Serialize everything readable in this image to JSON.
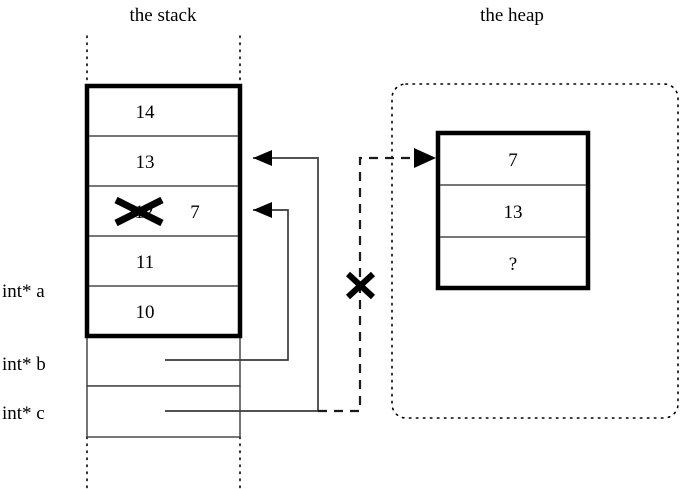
{
  "figure": {
    "kind": "memory-diagram",
    "background_color": "#ffffff",
    "ink_color": "#000000"
  },
  "titles": {
    "stack": "the stack",
    "heap": "the heap"
  },
  "stack": {
    "label": "the stack",
    "allocated_cells": [
      {
        "value": "14"
      },
      {
        "value": "13"
      },
      {
        "value": "12",
        "struck_through": true,
        "replacement": "7"
      },
      {
        "value": "11"
      },
      {
        "value": "10"
      }
    ],
    "variable_cells": [
      {
        "label": "int* a",
        "value": ""
      },
      {
        "label": "int* b",
        "value": ""
      },
      {
        "label": "int* c",
        "value": ""
      }
    ]
  },
  "heap": {
    "label": "the heap",
    "cells": [
      {
        "value": "7"
      },
      {
        "value": "13"
      },
      {
        "value": "?"
      }
    ]
  },
  "annotations": {
    "struck_value": "12",
    "new_value": "7",
    "unknown_value": "?",
    "invalid_pointer_mark": "X",
    "struck_cell_mark": "X"
  },
  "pointers": [
    {
      "from": "int* a",
      "to": "stack-cell-13",
      "style": "solid"
    },
    {
      "from": "int* b",
      "to": "stack-cell-12",
      "style": "solid"
    },
    {
      "from": "int* c",
      "to": "heap-cell-7",
      "style": "dashed",
      "invalidated": true
    }
  ]
}
